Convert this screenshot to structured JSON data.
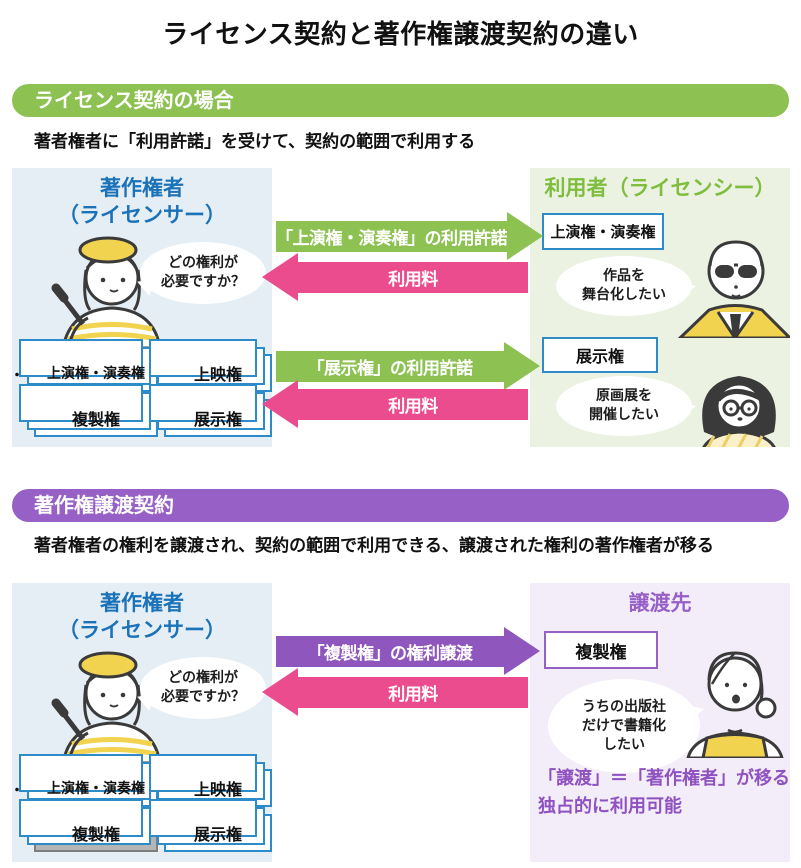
{
  "title": "ライセンス契約と著作権譲渡契約の違い",
  "colors": {
    "green": "#8dc152",
    "pink": "#eb4c8d",
    "purple_band": "#9760c6",
    "purple_arrow": "#8f57bd",
    "blue_title": "#1a72b8",
    "green_title": "#7fbd3f",
    "light_blue_bg": "#e6eef5",
    "light_green_bg": "#ecf2e1",
    "light_purple_bg": "#f2edf8",
    "card_border_blue": "#2e8bca",
    "gray_card_bg": "#b5b5b5",
    "note_text": "#8f52c0"
  },
  "licensor": {
    "title_line1": "著作権者",
    "title_line2": "（ライセンサー）",
    "bubble_line1": "どの権利が",
    "bubble_line2": "必要ですか？",
    "stack_hint": "・",
    "cards": [
      "上演権・演奏権",
      "上映権",
      "複製権",
      "展示権"
    ]
  },
  "license_section": {
    "header": "ライセンス契約の場合",
    "subtitle": "著者権者に「利用許諾」を受けて、契約の範囲で利用する",
    "arrow_grant1": "「上演権・演奏権」の利用許諾",
    "arrow_fee1": "利用料",
    "arrow_grant2": "「展示権」の利用許諾",
    "arrow_fee2": "利用料",
    "licensee": {
      "title": "利用者（ライセンシー）",
      "card1": "上演権・演奏権",
      "bubble1_line1": "作品を",
      "bubble1_line2": "舞台化したい",
      "card2": "展示権",
      "bubble2_line1": "原画展を",
      "bubble2_line2": "開催したい"
    }
  },
  "transfer_section": {
    "header": "著作権譲渡契約",
    "subtitle": "著者権者の権利を譲渡され、契約の範囲で利用できる、譲渡された権利の著作権者が移る",
    "arrow_grant": "「複製権」の権利譲渡",
    "arrow_fee": "利用料",
    "assignee": {
      "title": "譲渡先",
      "card1": "複製権",
      "bubble_line1": "うちの出版社",
      "bubble_line2": "だけで書籍化",
      "bubble_line3": "したい",
      "note_line1": "「譲渡」＝「著作権者」が移る",
      "note_line2": "独占的に利用可能"
    }
  }
}
